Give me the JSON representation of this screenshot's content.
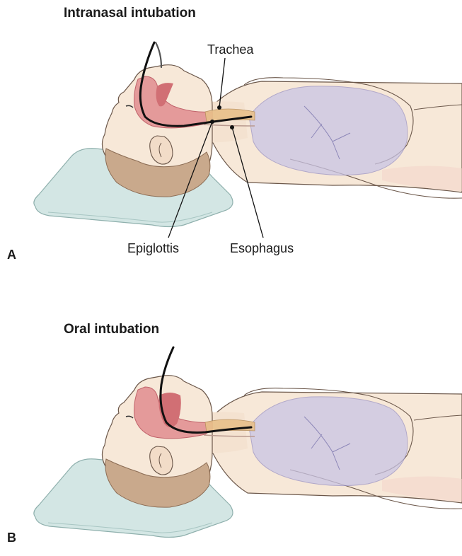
{
  "panels": [
    {
      "letter": "A",
      "title": "Intranasal intubation",
      "labels": {
        "trachea": "Trachea",
        "epiglottis": "Epiglottis",
        "esophagus": "Esophagus"
      }
    },
    {
      "letter": "B",
      "title": "Oral intubation"
    }
  ],
  "colors": {
    "skin": "#f7e8d8",
    "skin_shadow": "#ead4bd",
    "hair": "#c9a98c",
    "pillow": "#d3e6e4",
    "pillow_edge": "#b7d0cd",
    "airway": "#e49a9a",
    "airway_dark": "#d16f74",
    "lungs": "#c9c4e4",
    "trachea_fill": "#e8c08a",
    "tube": "#111111",
    "outline": "#4a3a30"
  }
}
